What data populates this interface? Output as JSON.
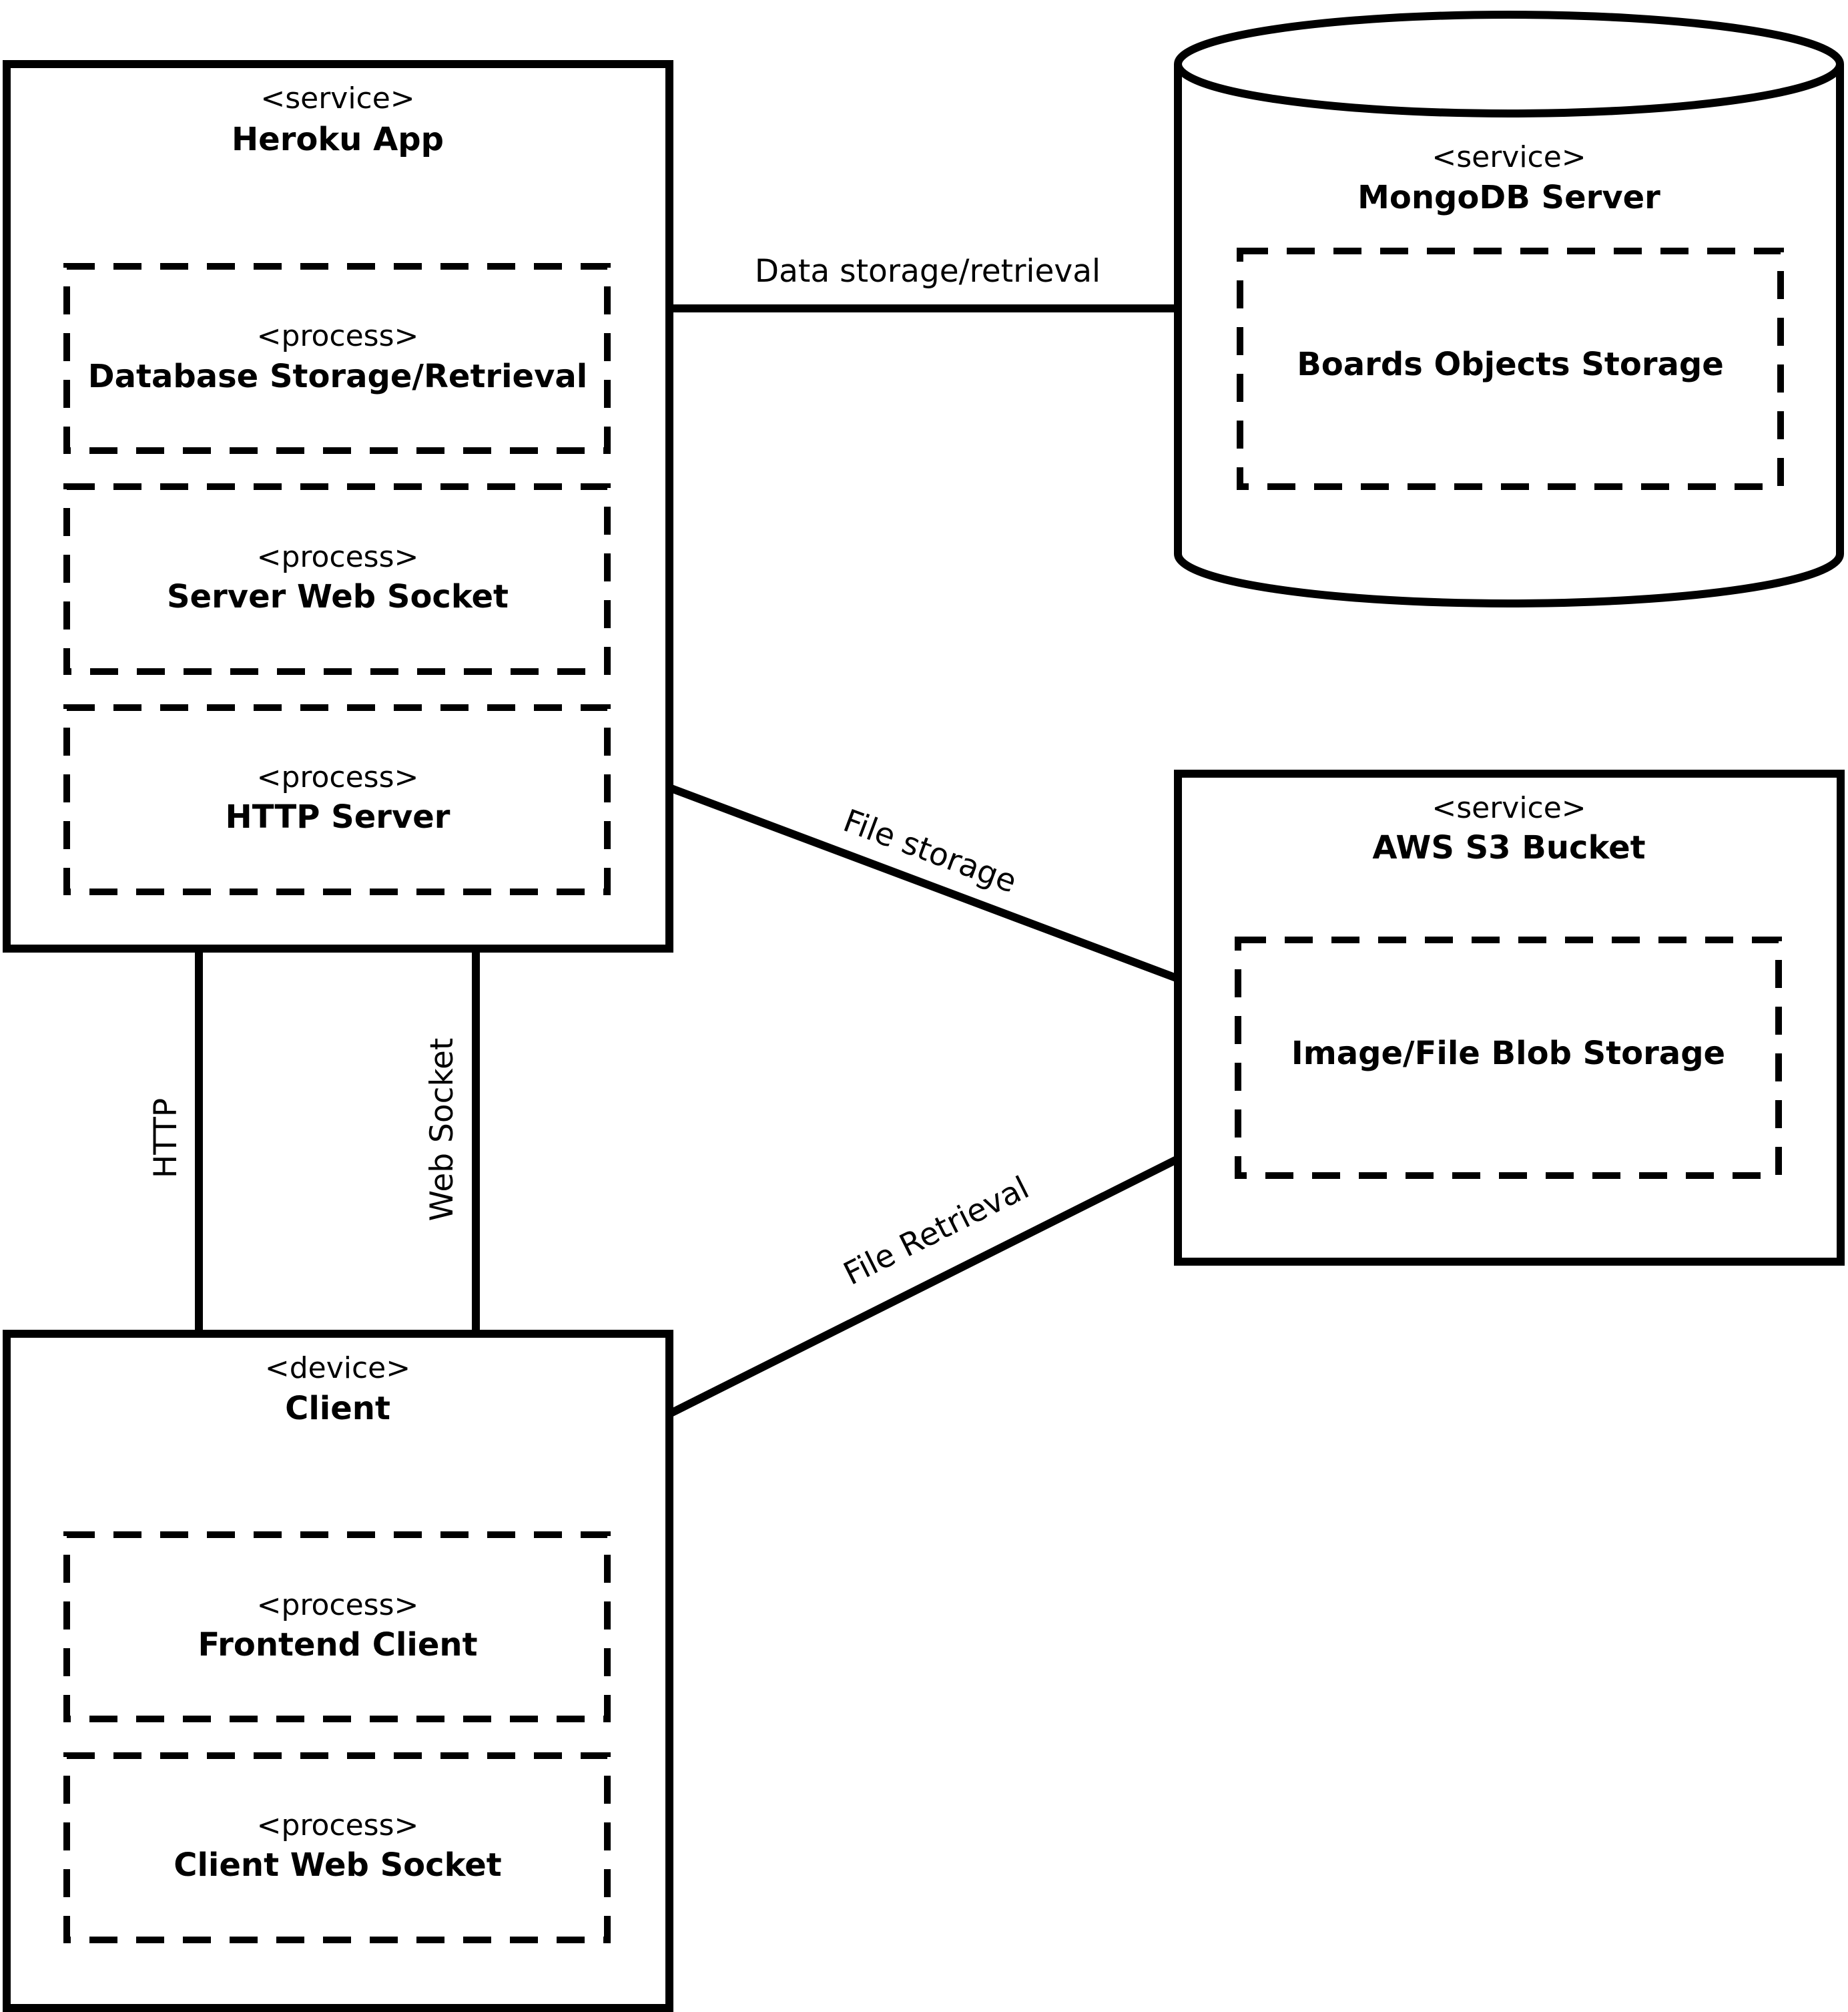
{
  "nodes": {
    "heroku": {
      "stereotype": "<service>",
      "title": "Heroku App",
      "processes": [
        {
          "stereotype": "<process>",
          "title": "Database Storage/Retrieval"
        },
        {
          "stereotype": "<process>",
          "title": "Server Web Socket"
        },
        {
          "stereotype": "<process>",
          "title": "HTTP Server"
        }
      ]
    },
    "mongodb": {
      "stereotype": "<service>",
      "title": "MongoDB Server",
      "inner": {
        "title": "Boards Objects Storage"
      }
    },
    "s3": {
      "stereotype": "<service>",
      "title": "AWS S3 Bucket",
      "inner": {
        "title": "Image/File Blob Storage"
      }
    },
    "client": {
      "stereotype": "<device>",
      "title": "Client",
      "processes": [
        {
          "stereotype": "<process>",
          "title": "Frontend Client"
        },
        {
          "stereotype": "<process>",
          "title": "Client Web Socket"
        }
      ]
    }
  },
  "edges": {
    "data_storage": "Data storage/retrieval",
    "file_storage": "File storage",
    "file_retrieval": "File Retrieval",
    "http": "HTTP",
    "web_socket": "Web Socket"
  }
}
